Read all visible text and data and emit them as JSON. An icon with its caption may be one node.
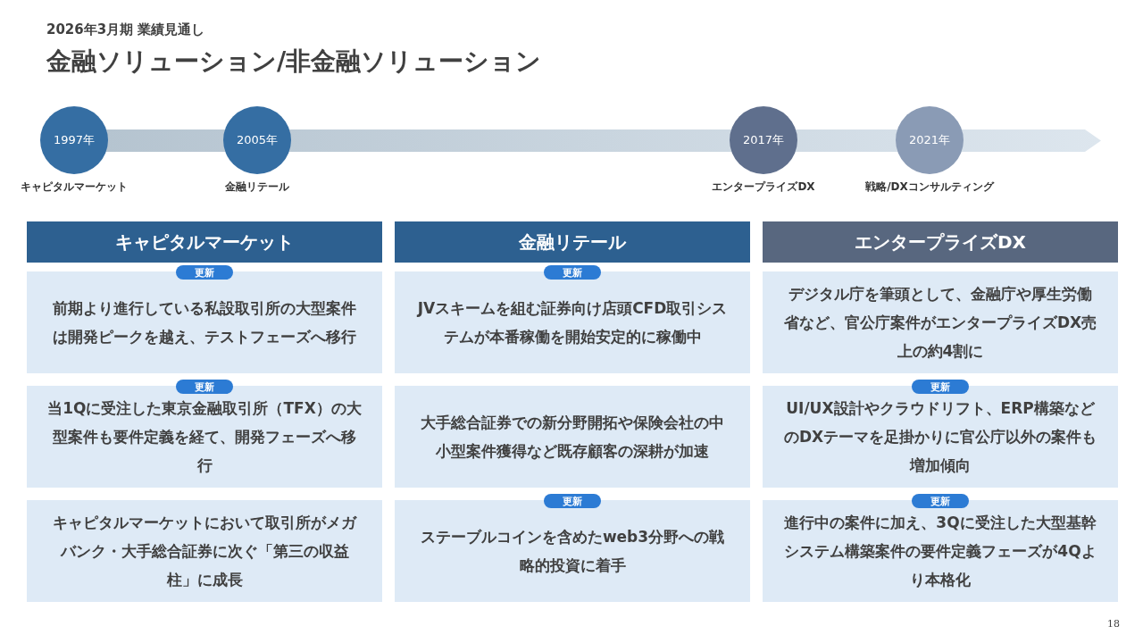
{
  "diagram": {
    "title": "金融ソリューション/非金融ソリューション",
    "nodes": [
      {
        "text": [
          "1997年"
        ],
        "beside": [
          "キャピタルマーケット"
        ]
      },
      {
        "text": [
          "2005年"
        ],
        "beside": [
          "金融リテール"
        ]
      },
      {
        "text": [
          "2017年"
        ],
        "beside": [
          "エンタープライズDX"
        ]
      },
      {
        "text": [
          "2021年"
        ],
        "beside": [
          "戦略/DXコンサルティング"
        ]
      },
      {
        "text": [
          "キャピタルマーケット"
        ]
      },
      {
        "text": [
          "金融リテール"
        ]
      },
      {
        "text": [
          "エンタープライズDX"
        ]
      },
      {
        "text": [
          "更新"
        ]
      },
      {
        "text": [
          "前期より進行している私設取引所の大型案件は開発ピークを越え、テストフェーズへ移行"
        ]
      },
      {
        "text": [
          "更新"
        ]
      },
      {
        "text": [
          "JVスキームを組む証券向け店頭CFD取引システムが本番稼働を開始安定的に稼働中"
        ]
      },
      {
        "text": [
          "デジタル庁を筆頭として、金融庁や厚生労働省など、官公庁案件がエンタープライズDX売上の約4割に"
        ]
      },
      {
        "text": [
          "更新"
        ]
      },
      {
        "text": [
          "当1Qに受注した東京金融取引所（TFX）の大型案件も要件定義を経て、開発フェーズへ移行"
        ]
      },
      {
        "text": [
          "大手総合証券での新分野開拓や保険会社の中小型案件獲得など既存顧客の深耕が加速"
        ]
      },
      {
        "text": [
          "更新"
        ]
      },
      {
        "text": [
          "UI/UX設計やクラウドリフト、ERP構築などのDXテーマを足掛かりに官公庁以外の案件も増加傾向"
        ]
      },
      {
        "text": [
          "キャピタルマーケットにおいて取引所がメガバンク・大手総合証券に次ぐ「第三の収益柱」に成長"
        ]
      },
      {
        "text": [
          "更新"
        ]
      },
      {
        "text": [
          "ステーブルコインを含めたweb3分野への戦略的投資に着手"
        ]
      },
      {
        "text": [
          "更新"
        ]
      },
      {
        "text": [
          "進行中の案件に加え、3Qに受注した大型基幹システム構築案件の要件定義フェーズが4Qより本格化"
        ]
      }
    ],
    "labels": [
      "2026年3月期 業績見通し",
      "18"
    ]
  }
}
